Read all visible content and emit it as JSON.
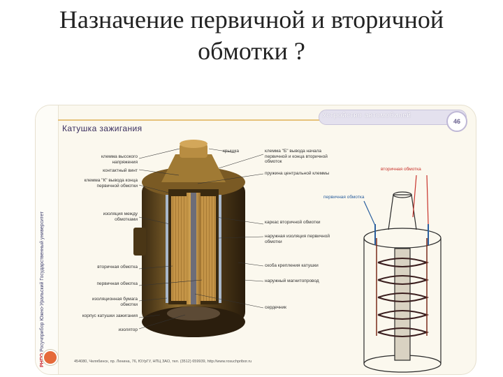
{
  "slide": {
    "title_line1": "Назначение первичной и вторичной",
    "title_line2": "обмотки ?"
  },
  "poster": {
    "header": "Устройство автомобилей",
    "page_number": "46",
    "heading": "Катушка зажигания",
    "side_text_rnpo": "РНПО",
    "side_text": "Росучприбор   Южно-Уральский Государственный университет",
    "footer": "454080, Челябинск, пр. Ленина, 76, ЮУрГУ, НПЦ ЗАО, тел. (3512) 659939, http://www.rosuchpribor.ru",
    "labels_left": [
      "клемма высокого напряжения",
      "контактный винт",
      "клемма \"К\" вывода конца первичной обмотки",
      "изоляция между обмотками",
      "вторичная обмотка",
      "первичная обмотка",
      "изоляционная бумага обмотки",
      "корпус катушки зажигания",
      "изолятор"
    ],
    "labels_top": [
      "крышка"
    ],
    "labels_right": [
      "клемма \"Б\" вывода начала первичной и конца вторичной обмоток",
      "пружина центральной клеммы",
      "каркас вторичной обмотки",
      "наружная изоляция первичной обмотки",
      "скоба крепления катушки",
      "наружный магнитопровод",
      "сердечник"
    ],
    "schematic_labels": {
      "secondary": "вторичная обмотка",
      "primary": "первичная обмотка"
    }
  }
}
